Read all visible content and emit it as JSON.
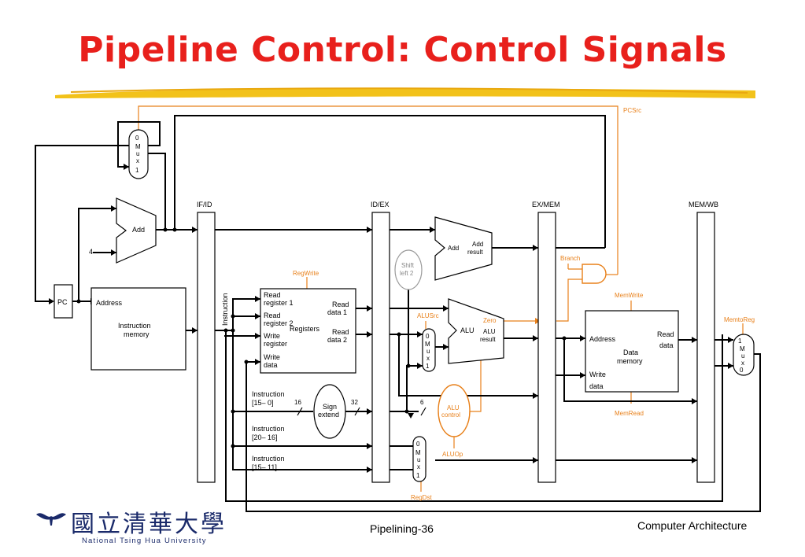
{
  "title": "Pipeline Control: Control Signals",
  "footer": {
    "page": "Pipelining-36",
    "course": "Computer Architecture"
  },
  "university": {
    "name_cn": "國立清華大學",
    "name_en": "National Tsing Hua University"
  },
  "pipeline_registers": {
    "if_id": "IF/ID",
    "id_ex": "ID/EX",
    "ex_mem": "EX/MEM",
    "mem_wb": "MEM/WB"
  },
  "control_signals": {
    "pcsrc": "PCSrc",
    "regwrite": "RegWrite",
    "branch": "Branch",
    "memwrite": "MemWrite",
    "memtoreg": "MemtoReg",
    "alusrc": "ALUSrc",
    "zero": "Zero",
    "alu_control": [
      "ALU",
      "control"
    ],
    "aluop": "ALUOp",
    "memread": "MemRead",
    "regdst": "RegDst"
  },
  "blocks": {
    "pc": "PC",
    "add": "Add",
    "four": "4",
    "instr_mem": {
      "address": "Address",
      "name": [
        "Instruction",
        "memory"
      ]
    },
    "instruction_bus": "Instruction",
    "registers": {
      "read_reg1": [
        "Read",
        "register 1"
      ],
      "read_reg2": [
        "Read",
        "register 2"
      ],
      "write_reg": [
        "Write",
        "register"
      ],
      "write_data": [
        "Write",
        "data"
      ],
      "read_data1": [
        "Read",
        "data 1"
      ],
      "read_data2": [
        "Read",
        "data 2"
      ],
      "name": "Registers"
    },
    "shift_left": [
      "Shift",
      "left 2"
    ],
    "branch_adder": {
      "add": "Add",
      "result": [
        "Add",
        "result"
      ]
    },
    "alu": {
      "name": "ALU",
      "result": [
        "ALU",
        "result"
      ]
    },
    "sign_extend": [
      "Sign",
      "extend"
    ],
    "width_in": "16",
    "width_out": "32",
    "width_aluop": "6",
    "imm_field": [
      "Instruction",
      "[15– 0]"
    ],
    "rt_field": [
      "Instruction",
      "[20– 16]"
    ],
    "rd_field": [
      "Instruction",
      "[15– 11]"
    ],
    "data_mem": {
      "address": "Address",
      "read": [
        "Read",
        "data"
      ],
      "name": [
        "Data",
        "memory"
      ],
      "write": [
        "Write",
        "data"
      ]
    }
  },
  "muxes": {
    "pc_mux": [
      "0",
      "M",
      "u",
      "x",
      "1"
    ],
    "alusrc_mux": [
      "0",
      "M",
      "u",
      "x",
      "1"
    ],
    "regdst_mux": [
      "0",
      "M",
      "u",
      "x",
      "1"
    ],
    "memtoreg_mux": [
      "1",
      "M",
      "u",
      "x",
      "0"
    ]
  }
}
